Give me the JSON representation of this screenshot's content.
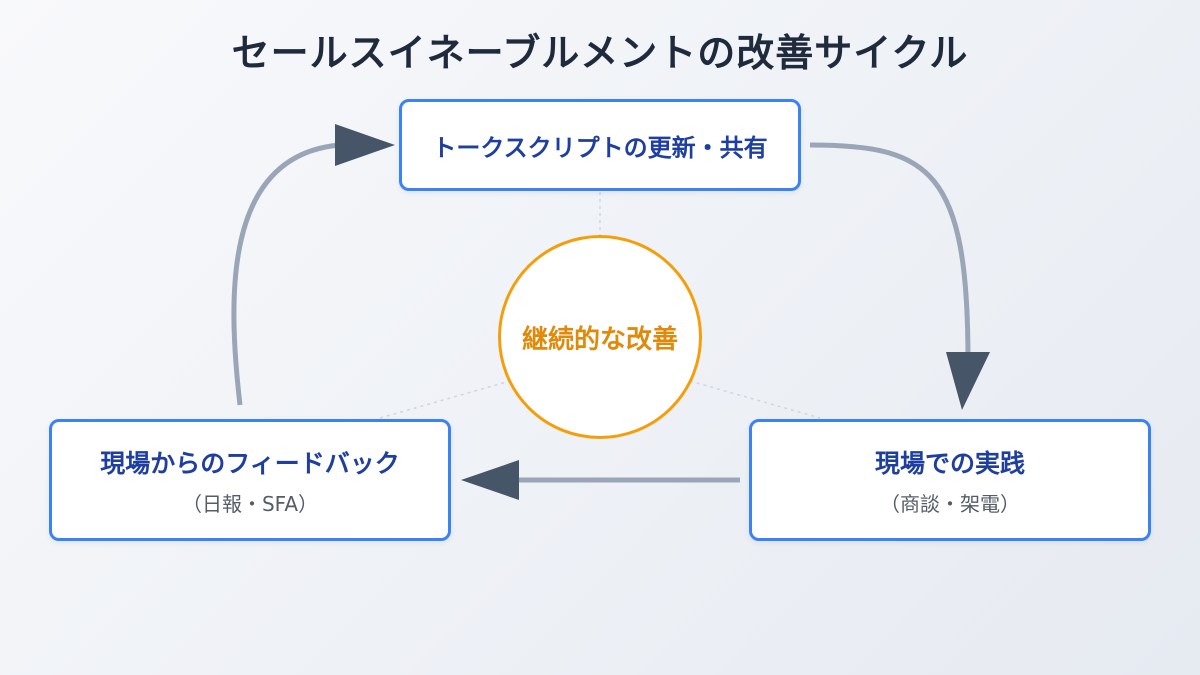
{
  "title": "セールスイネーブルメントの改善サイクル",
  "nodes": {
    "top": {
      "label": "トークスクリプトの更新・共有"
    },
    "right": {
      "label": "現場での実践",
      "sub": "（商談・架電）"
    },
    "left": {
      "label": "現場からのフィードバック",
      "sub": "（日報・SFA）"
    }
  },
  "center": {
    "label": "継続的な改善"
  },
  "colors": {
    "box_border": "#3b82f6",
    "node_text": "#1f3fa0",
    "center_border": "#f59e0b",
    "center_text": "#e08a0b",
    "arrow": "#9aa6b8",
    "arrow_head": "#475569"
  }
}
